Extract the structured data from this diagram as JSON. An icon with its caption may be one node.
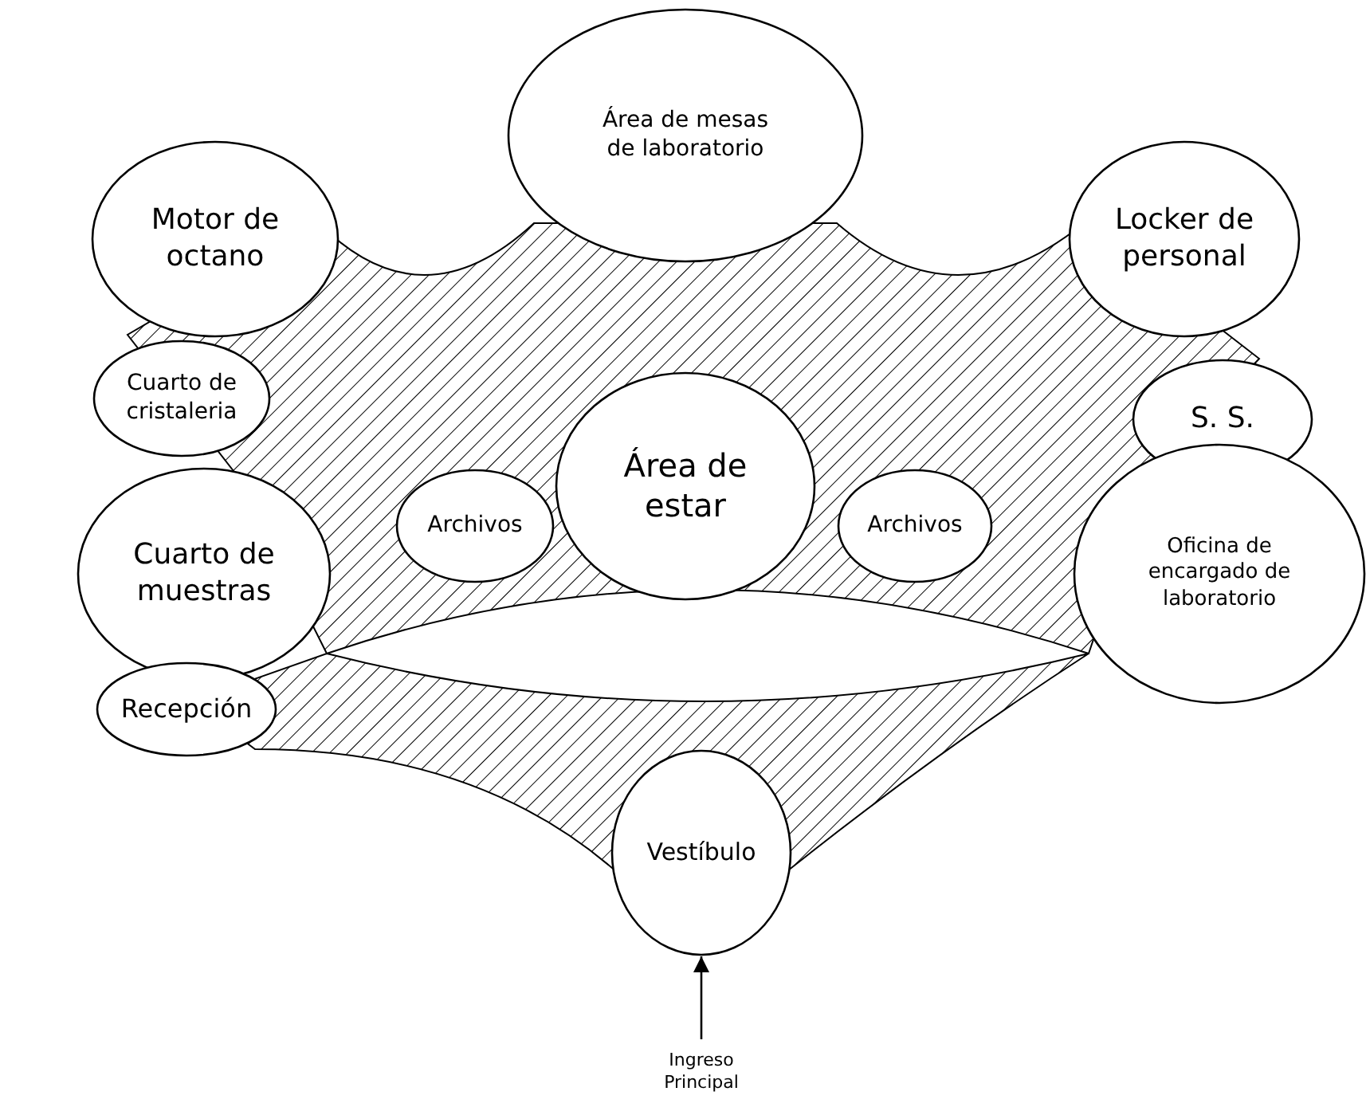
{
  "diagram": {
    "nodes": [
      {
        "text": [
          "Área de mesas de laboratorio"
        ]
      },
      {
        "text": [
          "Motor de octano"
        ]
      },
      {
        "text": [
          "Locker de personal"
        ]
      },
      {
        "text": [
          "Cuarto de cristaleria"
        ]
      },
      {
        "text": [
          "S. S."
        ]
      },
      {
        "text": [
          "Archivos"
        ]
      },
      {
        "text": [
          "Área de estar"
        ]
      },
      {
        "text": [
          "Archivos"
        ]
      },
      {
        "text": [
          "Cuarto de muestras"
        ]
      },
      {
        "text": [
          "Oficina de encargado de laboratorio"
        ]
      },
      {
        "text": [
          "Recepción"
        ]
      },
      {
        "text": [
          "Vestíbulo"
        ]
      },
      {
        "text": [
          "Ingreso Principal"
        ]
      }
    ],
    "edges": [
      {
        "from": 12,
        "to": 11,
        "arrow": "to"
      }
    ]
  }
}
